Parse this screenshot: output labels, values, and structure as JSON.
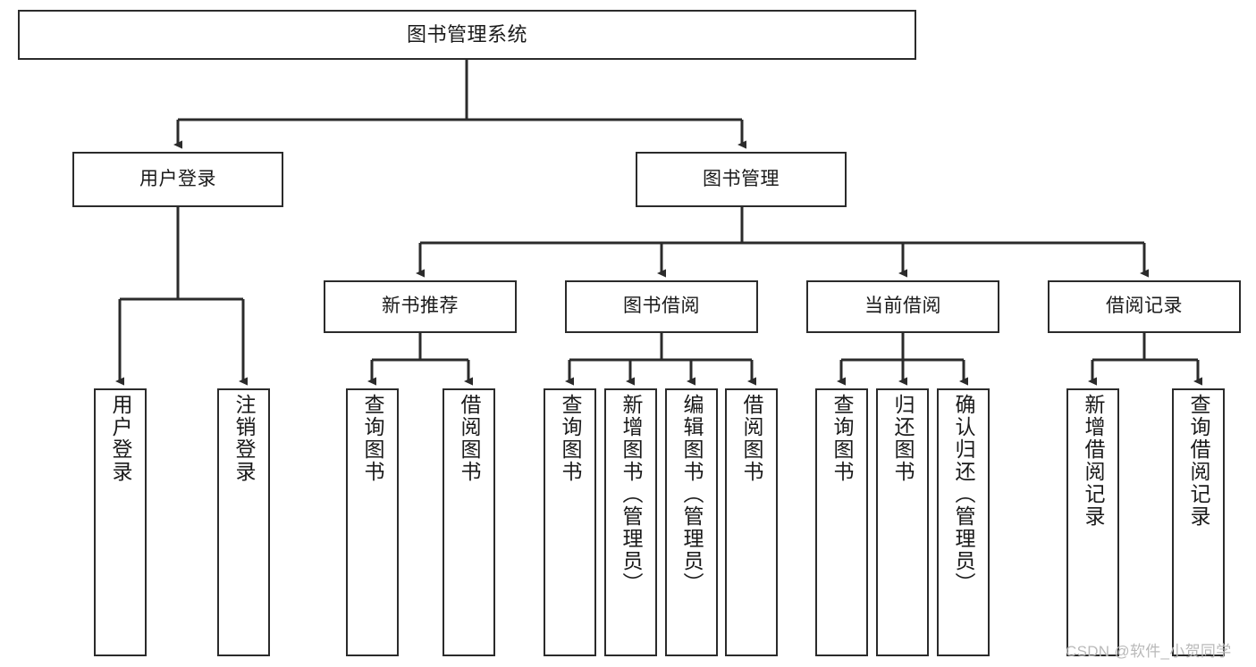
{
  "diagram": {
    "title": "图书管理系统",
    "root": {
      "label": "图书管理系统"
    },
    "level2": [
      {
        "label": "用户登录"
      },
      {
        "label": "图书管理"
      }
    ],
    "level3": [
      {
        "label": "新书推荐"
      },
      {
        "label": "图书借阅"
      },
      {
        "label": "当前借阅"
      },
      {
        "label": "借阅记录"
      }
    ],
    "leaves": {
      "user_login": [
        {
          "label": "用户登录"
        },
        {
          "label": "注销登录"
        }
      ],
      "new_book_recommend": [
        {
          "label": "查询图书"
        },
        {
          "label": "借阅图书"
        }
      ],
      "book_borrow": [
        {
          "label": "查询图书"
        },
        {
          "label": "新增图书（管理员）"
        },
        {
          "label": "编辑图书（管理员）"
        },
        {
          "label": "借阅图书"
        }
      ],
      "current_borrow": [
        {
          "label": "查询图书"
        },
        {
          "label": "归还图书"
        },
        {
          "label": "确认归还（管理员）"
        }
      ],
      "borrow_record": [
        {
          "label": "新增借阅记录"
        },
        {
          "label": "查询借阅记录"
        }
      ]
    },
    "watermark": "CSDN @软件_小贺同学",
    "colors": {
      "border": "#2b2b2b",
      "text": "#1a1a1a",
      "background": "#ffffff",
      "watermark": "#b9b9b9"
    }
  }
}
